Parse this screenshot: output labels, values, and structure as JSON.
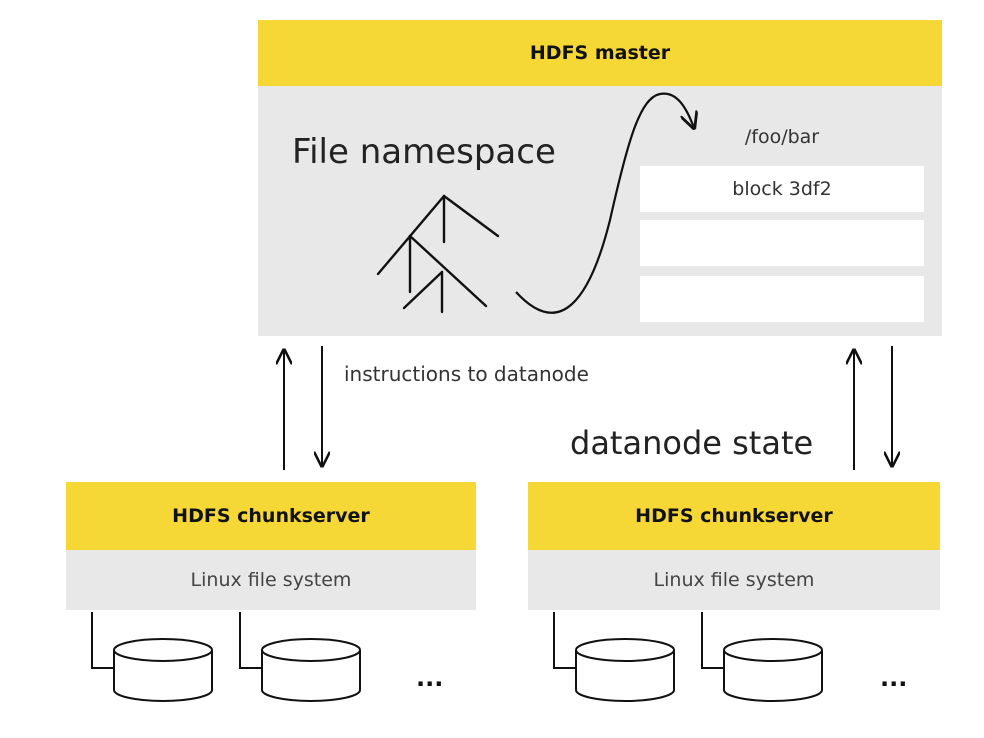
{
  "master": {
    "title": "HDFS master",
    "namespace_label": "File namespace",
    "path_label": "/foo/bar",
    "blocks": [
      "block 3df2",
      "",
      ""
    ]
  },
  "links": {
    "instructions_label": "instructions to datanode",
    "state_label": "datanode state"
  },
  "chunkservers": [
    {
      "title": "HDFS chunkserver",
      "fs_label": "Linux file system",
      "ellipsis": "..."
    },
    {
      "title": "HDFS chunkserver",
      "fs_label": "Linux file system",
      "ellipsis": "..."
    }
  ],
  "colors": {
    "accent": "#f5d735",
    "panel": "#e8e8e8",
    "stroke": "#111111"
  }
}
